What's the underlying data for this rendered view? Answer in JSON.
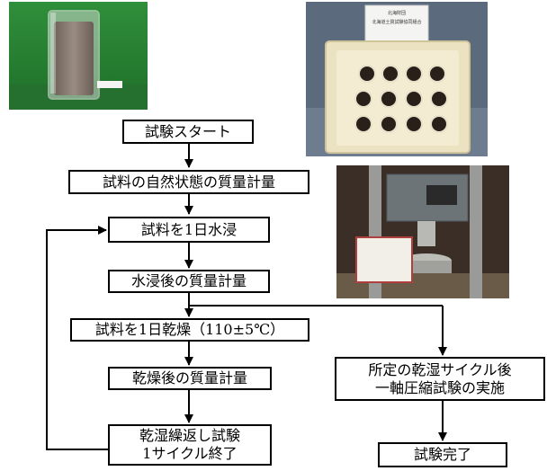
{
  "photos": {
    "beaker": {
      "caption_text": "",
      "icon": "beaker-with-soil-sample"
    },
    "container": {
      "label_line1": "北海財団",
      "label_line2": "北海道土質試験協同組合",
      "icon": "plastic-container-with-samples"
    },
    "machine": {
      "icon": "compression-testing-machine"
    }
  },
  "flow": {
    "start": "試験スタート",
    "natural_weight": "試料の自然状態の質量計量",
    "soak": "試料を1日水浸",
    "soak_weight": "水浸後の質量計量",
    "dry": "試料を1日乾燥（110±5℃）",
    "dry_weight": "乾燥後の質量計量",
    "cycle_end": "乾湿繰返し試験\n1サイクル終了",
    "compression": "所定の乾湿サイクル後\n一軸圧縮試験の実施",
    "done": "試験完了"
  }
}
